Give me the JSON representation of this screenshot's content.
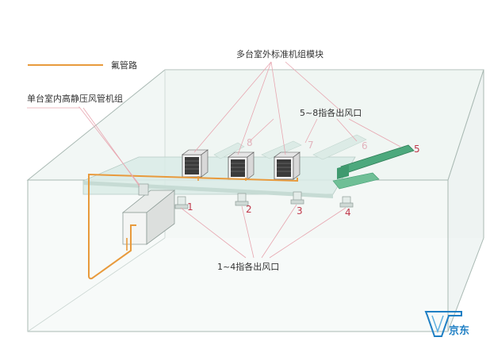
{
  "legend": {
    "pipe_label": "氟管路",
    "pipe_color": "#e89a3c"
  },
  "labels": {
    "outdoor_modules": "多台室外标准机组模块",
    "indoor_unit": "单台室内高静压风管机组",
    "outlets_5_8": "5~8指各出风口",
    "outlets_1_4": "1~4指各出风口"
  },
  "outlet_numbers": [
    "1",
    "2",
    "3",
    "4",
    "5",
    "6",
    "7",
    "8"
  ],
  "logo": {
    "text": "京东",
    "color": "#1f7fc4"
  },
  "colors": {
    "room_edge": "#a9b9b3",
    "room_fill": "#eef4f2",
    "duct_fill": "#d9ebe6",
    "duct_green": "#3f9a6f",
    "leader": "#e7a6b0",
    "number": "#c0394b",
    "number_faint": "#e2b4bd"
  }
}
